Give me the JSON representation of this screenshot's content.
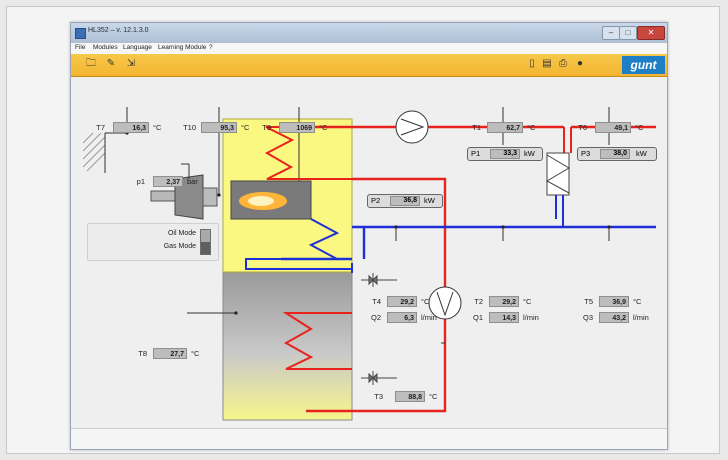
{
  "window": {
    "title": "HL352 – v. 12.1.3.0",
    "controls": {
      "minimize": "–",
      "maximize": "□",
      "close": "✕"
    }
  },
  "menu": [
    "File",
    "Modules",
    "Language",
    "Learning Module",
    "?"
  ],
  "toolbar": {
    "left_icons": [
      "open-file-icon",
      "edit-file-icon",
      "export-icon"
    ],
    "right_icons": [
      "document-icon",
      "clipboard-icon",
      "print-icon",
      "help-icon"
    ],
    "brand": "gunt"
  },
  "sensors": {
    "t7": {
      "label": "T7",
      "value": "16,3",
      "unit": "°C"
    },
    "t10": {
      "label": "T10",
      "value": "95,3",
      "unit": "°C"
    },
    "t9": {
      "label": "T9",
      "value": "1069",
      "unit": "°C"
    },
    "t1": {
      "label": "T1",
      "value": "62,7",
      "unit": "°C"
    },
    "t6": {
      "label": "T6",
      "value": "49,1",
      "unit": "°C"
    },
    "p1": {
      "label": "p1",
      "value": "2,37",
      "unit": "bar"
    },
    "t4": {
      "label": "T4",
      "value": "29,2",
      "unit": "°C"
    },
    "q2": {
      "label": "Q2",
      "value": "6,3",
      "unit": "l/min"
    },
    "t2": {
      "label": "T2",
      "value": "29,2",
      "unit": "°C"
    },
    "q1": {
      "label": "Q1",
      "value": "14,3",
      "unit": "l/min"
    },
    "t5": {
      "label": "T5",
      "value": "36,9",
      "unit": "°C"
    },
    "q3": {
      "label": "Q3",
      "value": "43,2",
      "unit": "l/min"
    },
    "t8": {
      "label": "T8",
      "value": "27,7",
      "unit": "°C"
    },
    "t3": {
      "label": "T3",
      "value": "88,8",
      "unit": "°C"
    }
  },
  "power": {
    "p1": {
      "label": "P1",
      "value": "33,3",
      "unit": "kW"
    },
    "p2": {
      "label": "P2",
      "value": "36,8",
      "unit": "kW"
    },
    "p3": {
      "label": "P3",
      "value": "38,0",
      "unit": "kW"
    }
  },
  "modes": {
    "oil": "Oil Mode",
    "gas": "Gas Mode",
    "active": "gas"
  },
  "colors": {
    "hot_pipe": "#e8231d",
    "cold_pipe": "#1f2fd6",
    "boiler": "#fbf882",
    "storage_tank": "#b9b9b9",
    "toolbar": "#f3b530",
    "brand": "#1f7fc4"
  }
}
